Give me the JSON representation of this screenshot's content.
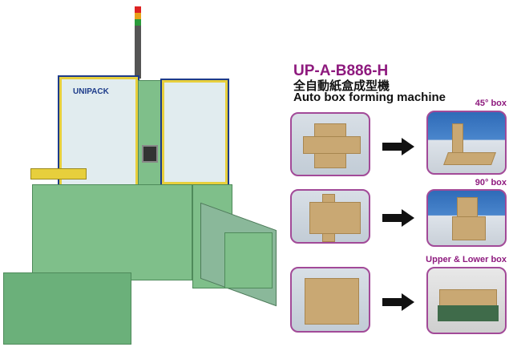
{
  "product": {
    "model": "UP-A-B886-H",
    "name_cn": "全自動紙盒成型機",
    "name_en": "Auto box forming machine",
    "logo_text": "UNIPACK"
  },
  "rows": [
    {
      "result_label": "45° box",
      "blank": "45-degree-box-blank",
      "result": "45-degree-box"
    },
    {
      "result_label": "90° box",
      "blank": "90-degree-box-blank",
      "result": "90-degree-box"
    },
    {
      "result_label": "Upper & Lower box",
      "blank": "upper-lower-box-blank",
      "result": "upper-lower-box"
    }
  ],
  "colors": {
    "accent": "#8e1a7e",
    "machine": "#7fbf8a",
    "arrow": "#111111"
  }
}
